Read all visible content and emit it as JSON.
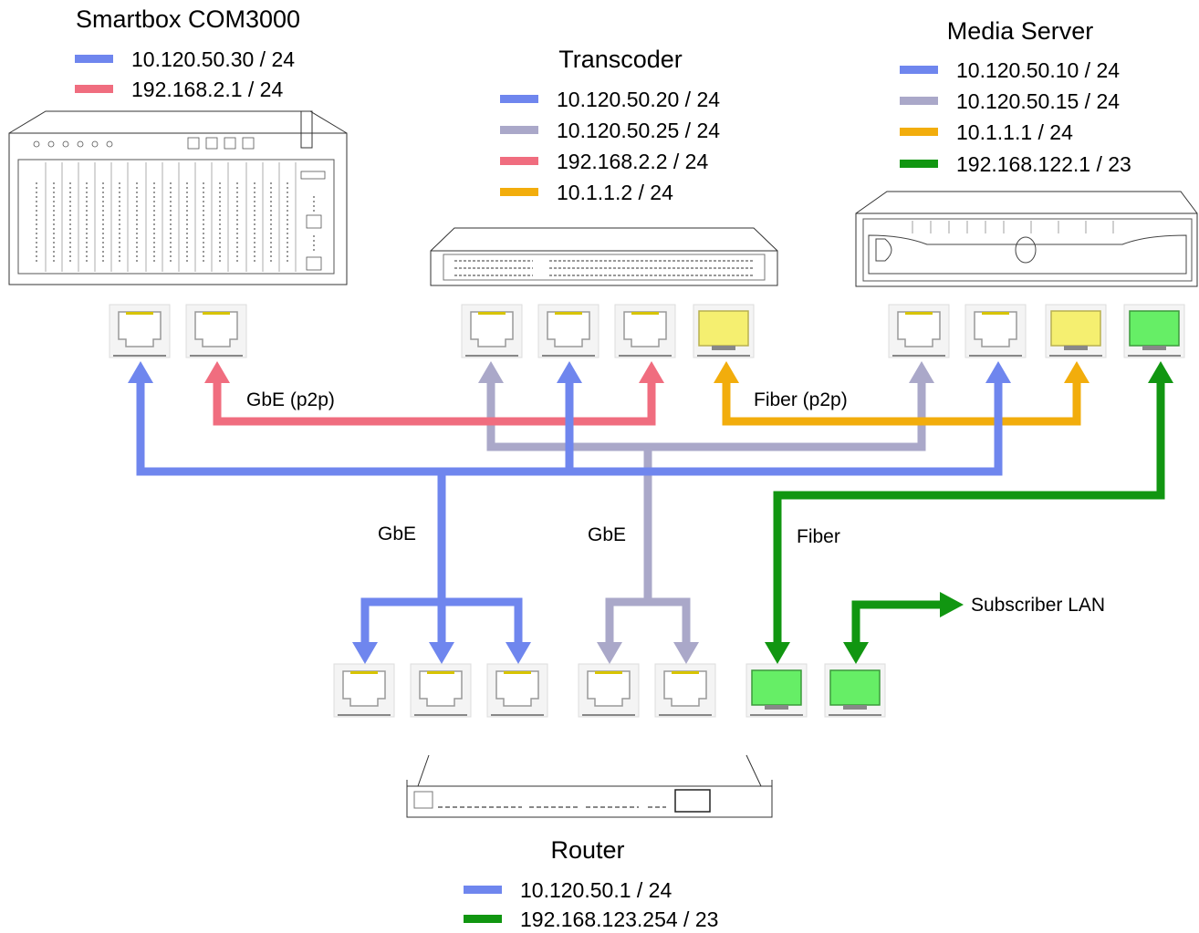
{
  "colors": {
    "blue": "#6f86ee",
    "lavender": "#aaa8c9",
    "red": "#f06d7f",
    "orange": "#f2ad0c",
    "green": "#119611",
    "port_yellow": "#f5ef70",
    "port_green": "#66ee66"
  },
  "devices": {
    "smartbox": {
      "title": "Smartbox COM3000",
      "addresses": [
        {
          "color": "blue",
          "text": "10.120.50.30 / 24"
        },
        {
          "color": "red",
          "text": "192.168.2.1 / 24"
        }
      ]
    },
    "transcoder": {
      "title": "Transcoder",
      "addresses": [
        {
          "color": "blue",
          "text": "10.120.50.20 / 24"
        },
        {
          "color": "lavender",
          "text": "10.120.50.25 / 24"
        },
        {
          "color": "red",
          "text": "192.168.2.2 / 24"
        },
        {
          "color": "orange",
          "text": "10.1.1.2 / 24"
        }
      ]
    },
    "media_server": {
      "title": "Media Server",
      "addresses": [
        {
          "color": "blue",
          "text": "10.120.50.10 / 24"
        },
        {
          "color": "lavender",
          "text": "10.120.50.15 / 24"
        },
        {
          "color": "orange",
          "text": "10.1.1.1 / 24"
        },
        {
          "color": "green",
          "text": "192.168.122.1 / 23"
        }
      ]
    },
    "router": {
      "title": "Router",
      "addresses": [
        {
          "color": "blue",
          "text": "10.120.50.1 / 24"
        },
        {
          "color": "green",
          "text": "192.168.123.254 / 23"
        }
      ]
    }
  },
  "links": {
    "gbe_p2p": "GbE (p2p)",
    "fiber_p2p": "Fiber (p2p)",
    "gbe_blue": "GbE",
    "gbe_lavender": "GbE",
    "fiber": "Fiber",
    "subscriber_lan": "Subscriber LAN"
  }
}
